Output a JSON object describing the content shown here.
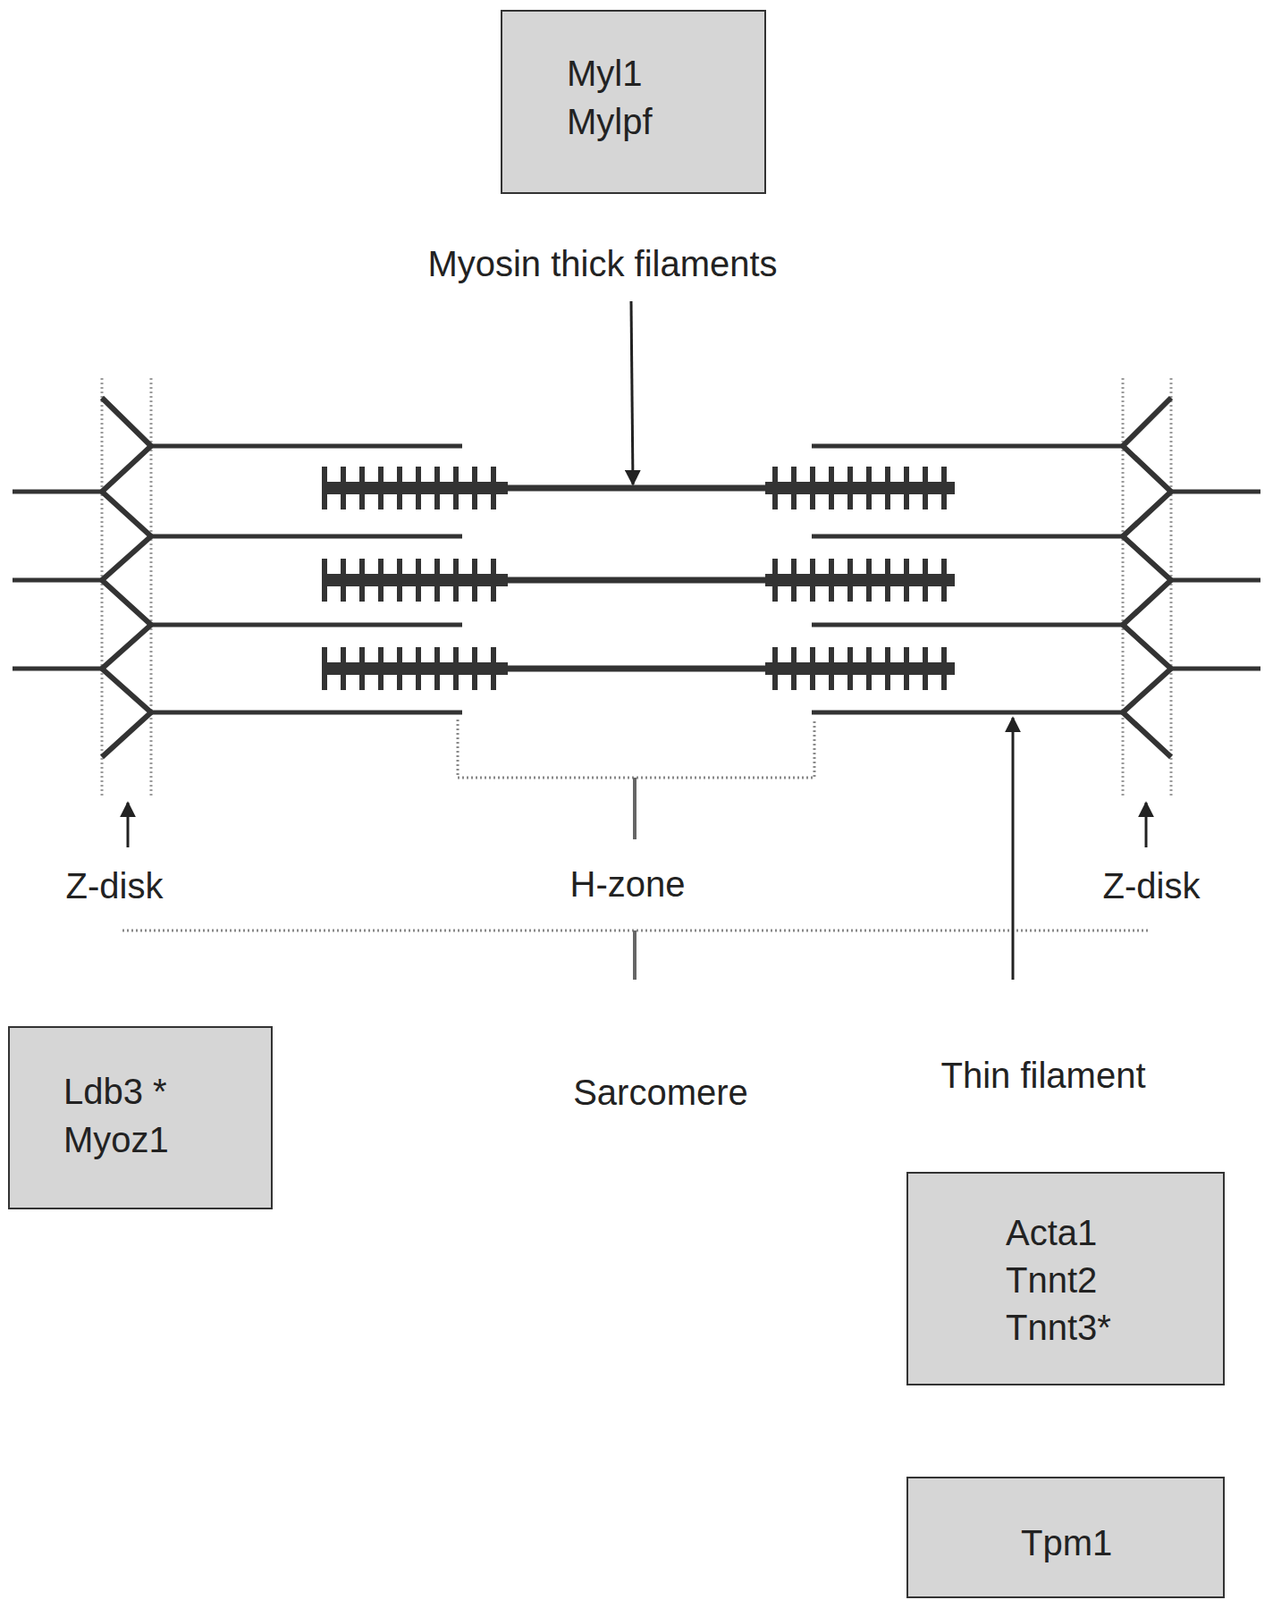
{
  "diagram": {
    "nodes": [
      {
        "text": [
          "Myl1",
          "Mylpf"
        ]
      },
      {
        "text": [
          "Ldb3 *",
          "Myoz1"
        ]
      },
      {
        "text": [
          "Acta1",
          "Tnnt2",
          "Tnnt3*"
        ]
      },
      {
        "text": [
          "Tpm1"
        ]
      }
    ],
    "labels": [
      "Myosin thick filaments",
      "Z-disk",
      "H-zone",
      "Z-disk",
      "Sarcomere",
      "Thin filament"
    ]
  }
}
